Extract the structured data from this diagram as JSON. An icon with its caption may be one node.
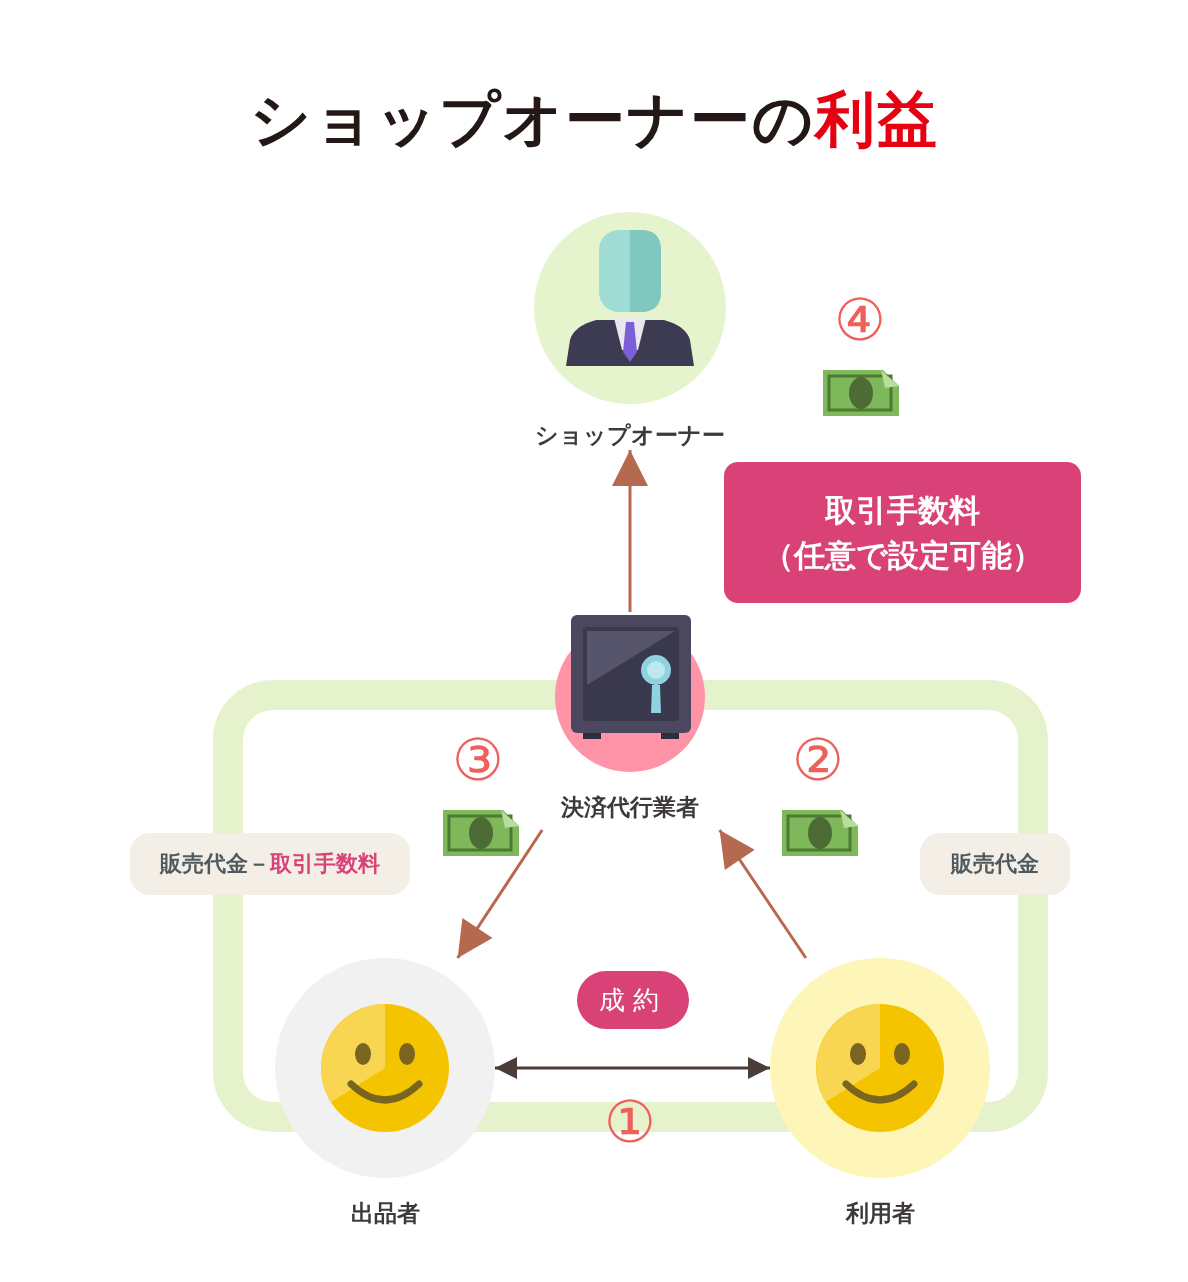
{
  "diagram": {
    "title": "ショップオーナーの**利益**",
    "nodes": [
      {
        "text": [
          "ショップオーナー"
        ]
      },
      {
        "text": [
          "決済代行業者"
        ]
      },
      {
        "text": [
          "出品者"
        ]
      },
      {
        "text": [
          "利用者"
        ]
      },
      {
        "text": [
          "取引手数料（任意で設定可能）"
        ]
      },
      {
        "text": [
          "販売代金－**取引手数料**"
        ]
      },
      {
        "text": [
          "販売代金"
        ]
      }
    ],
    "edges": [
      {
        "from": 1,
        "to": 0,
        "arrow": "to"
      },
      {
        "from": 3,
        "to": 1,
        "arrow": "to"
      },
      {
        "from": 1,
        "to": 2,
        "arrow": "to"
      },
      {
        "from": 2,
        "to": 3,
        "arrow": "both",
        "label": "成約",
        "color": "#4a3c36"
      }
    ],
    "labels": [
      "④",
      "③",
      "②",
      "①"
    ]
  }
}
